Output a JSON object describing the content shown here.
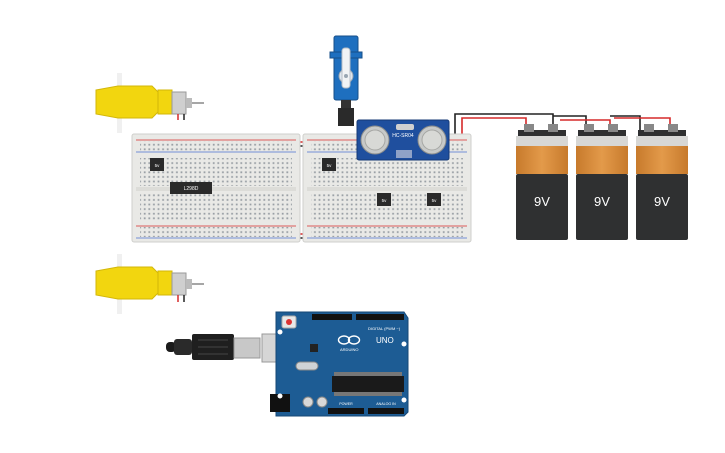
{
  "circuit": {
    "breadboard": {
      "ic_left_label": "L298D",
      "reg_label": "5v"
    },
    "ultrasonic": {
      "model_label": "HC-SR04"
    },
    "arduino": {
      "logo_text": "ARDUINO",
      "model_text": "UNO",
      "digital_label": "DIGITAL (PWM ~)",
      "power_label": "POWER",
      "analog_label": "ANALOG IN"
    },
    "batteries": [
      {
        "label": "9V"
      },
      {
        "label": "9V"
      },
      {
        "label": "9V"
      }
    ],
    "colors": {
      "wire_red": "#d52a2a",
      "wire_black": "#222222",
      "board_blue": "#1d5c94",
      "motor_yellow": "#f2d60f",
      "battery_orange": "#d98c3a",
      "battery_dark": "#2f3031",
      "sensor_blue": "#1f4f9e",
      "servo_blue": "#1e6fbf"
    }
  }
}
